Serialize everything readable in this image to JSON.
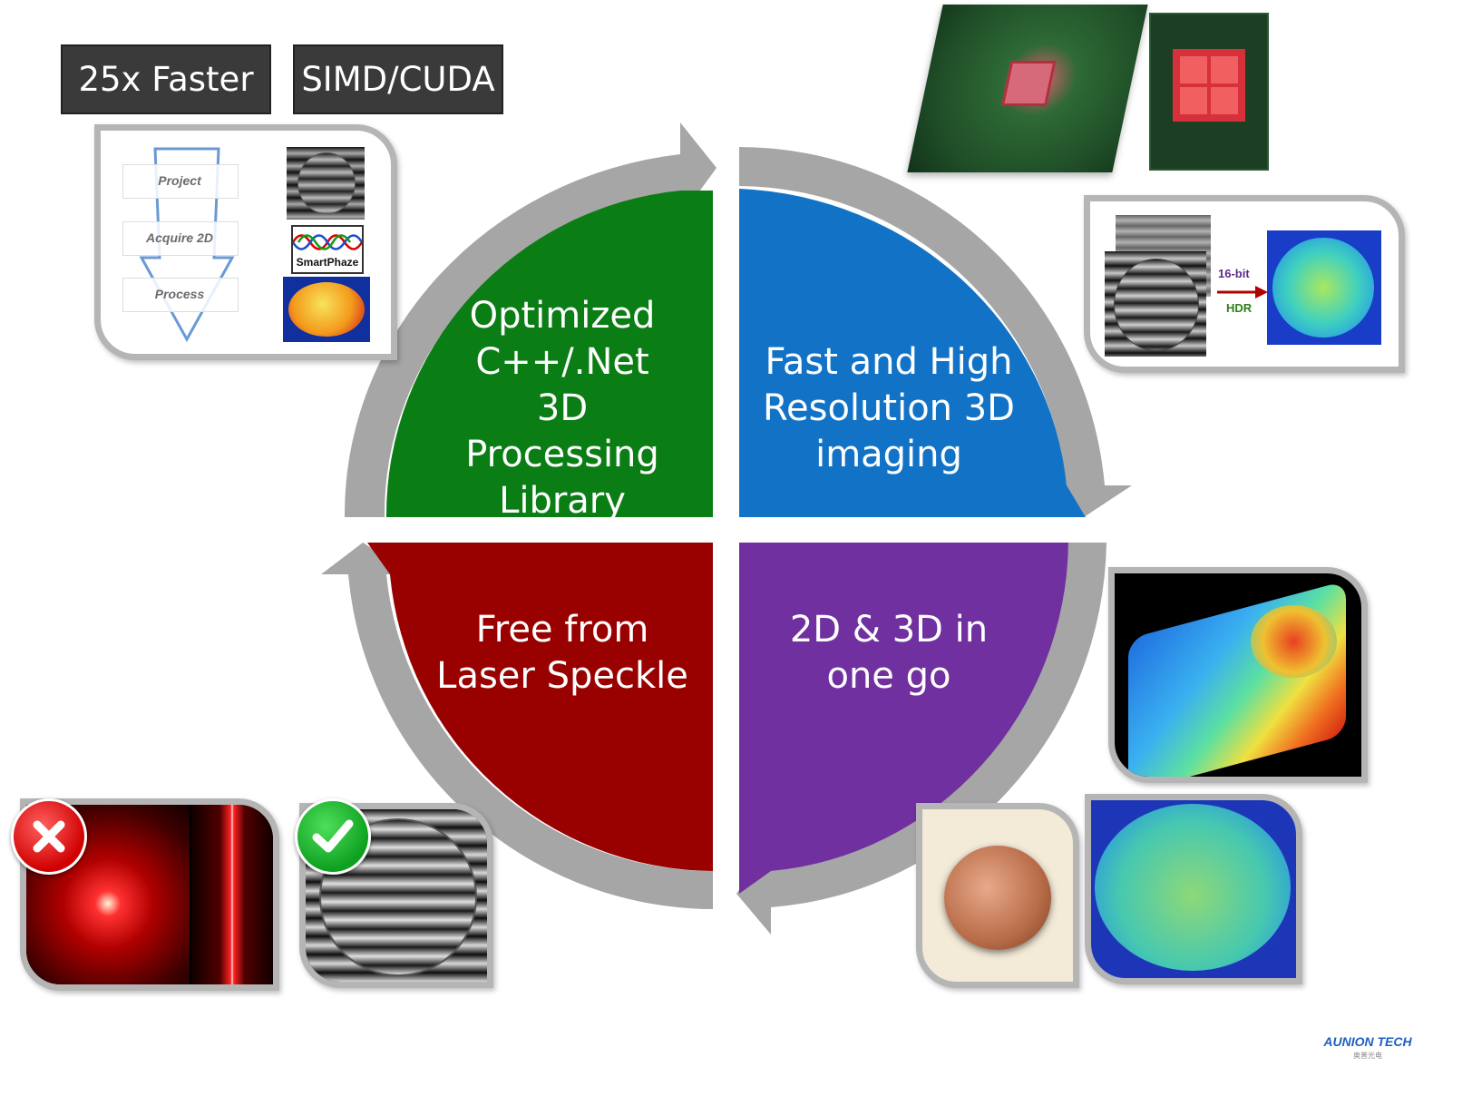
{
  "tags": {
    "faster": "25x Faster",
    "simd": "SIMD/CUDA"
  },
  "quadrants": {
    "top_left": {
      "text": "Optimized C++/.Net 3D Processing Library",
      "color": "#0a7d14"
    },
    "top_right": {
      "text": "Fast and High Resolution 3D imaging",
      "color": "#1273c6"
    },
    "bottom_left": {
      "text": "Free from Laser Speckle",
      "color": "#990000"
    },
    "bottom_right": {
      "text": "2D & 3D in one go",
      "color": "#7030a0"
    }
  },
  "ring_color": "#a6a6a6",
  "pipeline": {
    "step1": "Project",
    "step2": "Acquire 2D",
    "step3": "Process",
    "logo": "SmartPhaze"
  },
  "hdr": {
    "bit_label": "16-bit",
    "mode_label": "HDR"
  },
  "brand": {
    "logo": "AUNION TECH",
    "sub": "奥普光电"
  },
  "status_icons": {
    "reject": "x-icon",
    "accept": "check-icon"
  }
}
